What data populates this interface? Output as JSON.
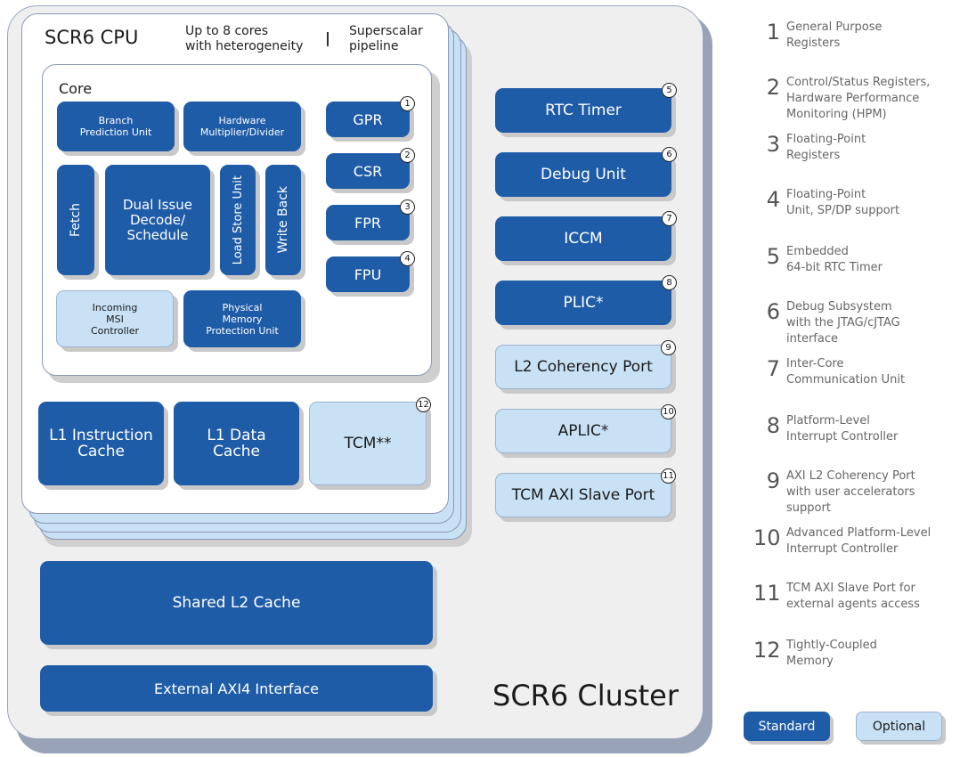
{
  "cluster": {
    "title": "SCR6 Cluster"
  },
  "cpu": {
    "title": "SCR6 CPU",
    "note1": "Up to 8 cores with heterogeneity",
    "note1_line1": "Up to 8 cores",
    "note1_line2": "with heterogeneity",
    "separator": "|",
    "note2_line1": "Superscalar",
    "note2_line2": "pipeline"
  },
  "core": {
    "title": "Core",
    "blocks": {
      "bpu": "Branch Prediction Unit",
      "bpu_l1": "Branch",
      "bpu_l2": "Prediction Unit",
      "hmd_l1": "Hardware",
      "hmd_l2": "Multiplier/Divider",
      "fetch": "Fetch",
      "dual_l1": "Dual Issue",
      "dual_l2": "Decode/",
      "dual_l3": "Schedule",
      "lsu": "Load Store Unit",
      "wb": "Write Back",
      "msi_l1": "Incoming",
      "msi_l2": "MSI",
      "msi_l3": "Controller",
      "pmp_l1": "Physical",
      "pmp_l2": "Memory",
      "pmp_l3": "Protection Unit"
    },
    "registers": [
      {
        "label": "GPR",
        "num": "1",
        "type": "standard"
      },
      {
        "label": "CSR",
        "num": "2",
        "type": "standard"
      },
      {
        "label": "FPR",
        "num": "3",
        "type": "standard"
      },
      {
        "label": "FPU",
        "num": "4",
        "type": "standard"
      }
    ]
  },
  "caches": {
    "l1i_l1": "L1 Instruction",
    "l1i_l2": "Cache",
    "l1d_l1": "L1 Data",
    "l1d_l2": "Cache",
    "tcm": "TCM**",
    "tcm_num": "12"
  },
  "peripherals": [
    {
      "label": "RTC Timer",
      "num": "5",
      "type": "standard"
    },
    {
      "label": "Debug Unit",
      "num": "6",
      "type": "standard"
    },
    {
      "label": "ICCM",
      "num": "7",
      "type": "standard"
    },
    {
      "label": "PLIC*",
      "num": "8",
      "type": "standard"
    },
    {
      "label": "L2 Coherency Port",
      "num": "9",
      "type": "optional"
    },
    {
      "label": "APLIC*",
      "num": "10",
      "type": "optional"
    },
    {
      "label": "TCM AXI Slave Port",
      "num": "11",
      "type": "optional"
    }
  ],
  "shared": {
    "l2": "Shared L2 Cache",
    "axi": "External AXI4 Interface"
  },
  "legend": [
    {
      "num": "1",
      "l1": "General Purpose",
      "l2": "Registers",
      "l3": ""
    },
    {
      "num": "2",
      "l1": "Control/Status Registers,",
      "l2": "Hardware Performance",
      "l3": "Monitoring (HPM)"
    },
    {
      "num": "3",
      "l1": "Floating-Point",
      "l2": "Registers",
      "l3": ""
    },
    {
      "num": "4",
      "l1": "Floating-Point",
      "l2": "Unit, SP/DP support",
      "l3": ""
    },
    {
      "num": "5",
      "l1": "Embedded",
      "l2": "64-bit RTC Timer",
      "l3": ""
    },
    {
      "num": "6",
      "l1": "Debug Subsystem",
      "l2": "with the JTAG/cJTAG",
      "l3": "interface"
    },
    {
      "num": "7",
      "l1": "Inter-Core",
      "l2": "Communication Unit",
      "l3": ""
    },
    {
      "num": "8",
      "l1": "Platform-Level",
      "l2": "Interrupt Controller",
      "l3": ""
    },
    {
      "num": "9",
      "l1": "AXI L2 Coherency Port",
      "l2": "with user  accelerators",
      "l3": "support"
    },
    {
      "num": "10",
      "l1": "Advanced Platform-Level",
      "l2": "Interrupt Controller",
      "l3": ""
    },
    {
      "num": "11",
      "l1": "TCM AXI Slave Port for",
      "l2": "external agents access",
      "l3": ""
    },
    {
      "num": "12",
      "l1": "Tightly-Coupled",
      "l2": "Memory",
      "l3": ""
    }
  ],
  "key": {
    "standard": "Standard",
    "optional": "Optional"
  },
  "colors": {
    "standard": "#1f5ca8",
    "optional": "#c8e1f5",
    "cluster_bg": "#efefef"
  }
}
